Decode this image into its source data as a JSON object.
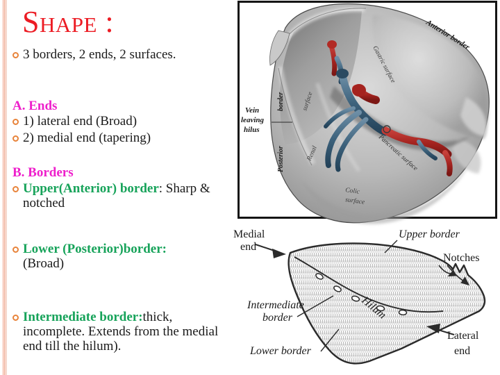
{
  "slide": {
    "title": "Shape :",
    "background_color": "#ffffff",
    "accent_colors": {
      "title_red": "#ec1c24",
      "heading_magenta": "#ee1fcb",
      "term_green": "#17a35a",
      "bullet_orange": "#e8833a",
      "body_black": "#1a1a1a",
      "edge_stripe_peach": "#f2bfae"
    }
  },
  "content": {
    "intro_bullet": "3 borders, 2 ends, 2 surfaces.",
    "section_a": {
      "heading": "A. Ends",
      "items": [
        "1) lateral end (Broad)",
        "2) medial end (tapering)"
      ]
    },
    "section_b": {
      "heading": "B. Borders",
      "items": [
        {
          "term": "Upper(Anterior) border",
          "sep": ": ",
          "detail": "Sharp & notched"
        },
        {
          "term": "Lower (Posterior)border:",
          "sep": "",
          "detail": "(Broad)"
        },
        {
          "term": "Intermediate border:",
          "sep": "",
          "detail": "thick, incomplete. Extends from the medial end till the hilum)."
        }
      ]
    }
  },
  "plate": {
    "caption_labels": [
      "Anterior border",
      "Gastric surface",
      "Vein leaving hilus",
      "Posterior border",
      "Renal surface",
      "Pancreatic surface",
      "Colic surface"
    ],
    "label_anterior_border": "Anterior border",
    "label_gastric_surface": "Gastric surface",
    "label_vein_leaving_hilus_line1": "Vein",
    "label_vein_leaving_hilus_line2": "leaving",
    "label_vein_leaving_hilus_line3": "hilus",
    "label_border": "border",
    "label_posterior": "Posterior",
    "label_renal": "Renal",
    "label_surface": "surface",
    "label_pancreatic_surface": "Pancreatic surface",
    "label_colic_line1": "Colic",
    "label_colic_line2": "surface"
  },
  "diagram": {
    "labels": {
      "medial_end_line1": "Medial",
      "medial_end_line2": "end",
      "upper_border": "Upper border",
      "notches": "Notches",
      "hilum": "Hilum",
      "intermediate_line1": "Intermediate",
      "intermediate_line2": "border",
      "lower_border": "Lower border",
      "lateral_end_line1": "Lateral",
      "lateral_end_line2": "end"
    }
  }
}
